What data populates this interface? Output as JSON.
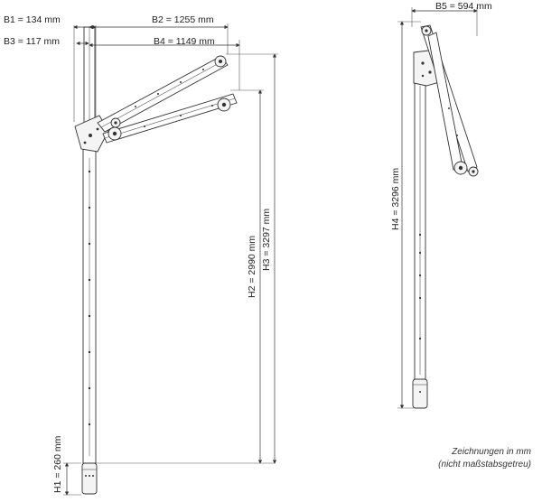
{
  "dimensions": {
    "b1": "B1 = 134 mm",
    "b2": "B2 = 1255 mm",
    "b3": "B3 = 117 mm",
    "b4": "B4 = 1149 mm",
    "b5": "B5 = 594 mm",
    "h1": "H1 = 260 mm",
    "h2": "H2 = 2990 mm",
    "h3": "H3 = 3297 mm",
    "h4": "H4 = 3296 mm"
  },
  "note": {
    "line1": "Zeichnungen in mm",
    "line2": "(nicht maßstabsgetreu)"
  }
}
